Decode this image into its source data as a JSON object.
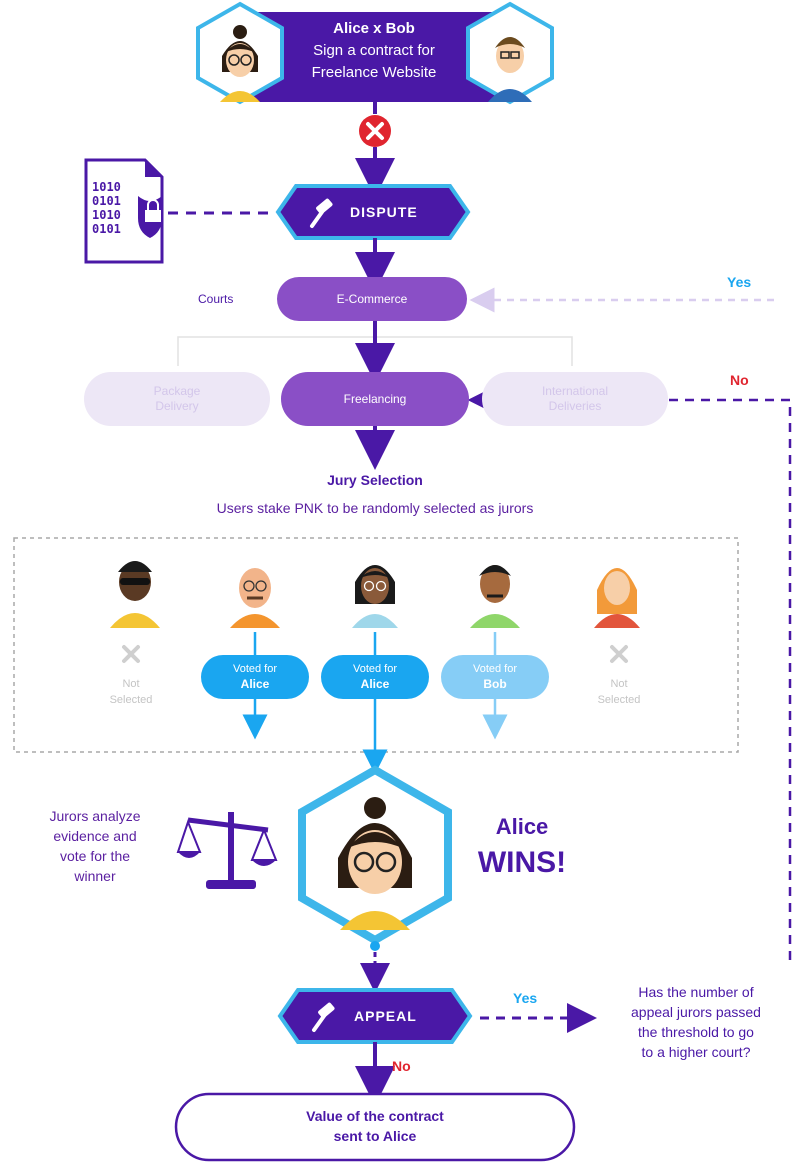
{
  "contract": {
    "title": "Alice x Bob",
    "line2": "Sign a contract for",
    "line3": "Freelance Website"
  },
  "document_icon": {
    "lines": [
      "1010",
      "0101",
      "1010",
      "0101"
    ]
  },
  "dispute": {
    "label": "DISPUTE"
  },
  "courts": {
    "label": "Courts",
    "ecommerce": "E-Commerce",
    "package_line1": "Package",
    "package_line2": "Delivery",
    "freelancing": "Freelancing",
    "international_line1": "International",
    "international_line2": "Deliveries"
  },
  "feedback": {
    "yes": "Yes",
    "no": "No"
  },
  "jury": {
    "title": "Jury Selection",
    "subtitle": "Users stake PNK to be randomly selected as jurors",
    "not_selected_line1": "Not",
    "not_selected_line2": "Selected",
    "vote_prefix": "Voted for",
    "alice": "Alice",
    "bob": "Bob"
  },
  "analysis": {
    "line1": "Jurors analyze",
    "line2": "evidence and",
    "line3": "vote for the",
    "line4": "winner"
  },
  "winner": {
    "name": "Alice",
    "wins": "WINS!"
  },
  "appeal": {
    "label": "APPEAL",
    "yes": "Yes",
    "no": "No",
    "question_line1": "Has the number of",
    "question_line2": "appeal jurors passed",
    "question_line3": "the threshold to go",
    "question_line4": "to a higher court?"
  },
  "result": {
    "line1": "Value of the contract",
    "line2": "sent to Alice"
  },
  "colors": {
    "purple": "#4a18a6",
    "light_purple": "#8a4fc6",
    "blue": "#1aa6f0",
    "light_blue": "#86cdf6",
    "red": "#e0252f",
    "cyan": "#3db6ea"
  }
}
